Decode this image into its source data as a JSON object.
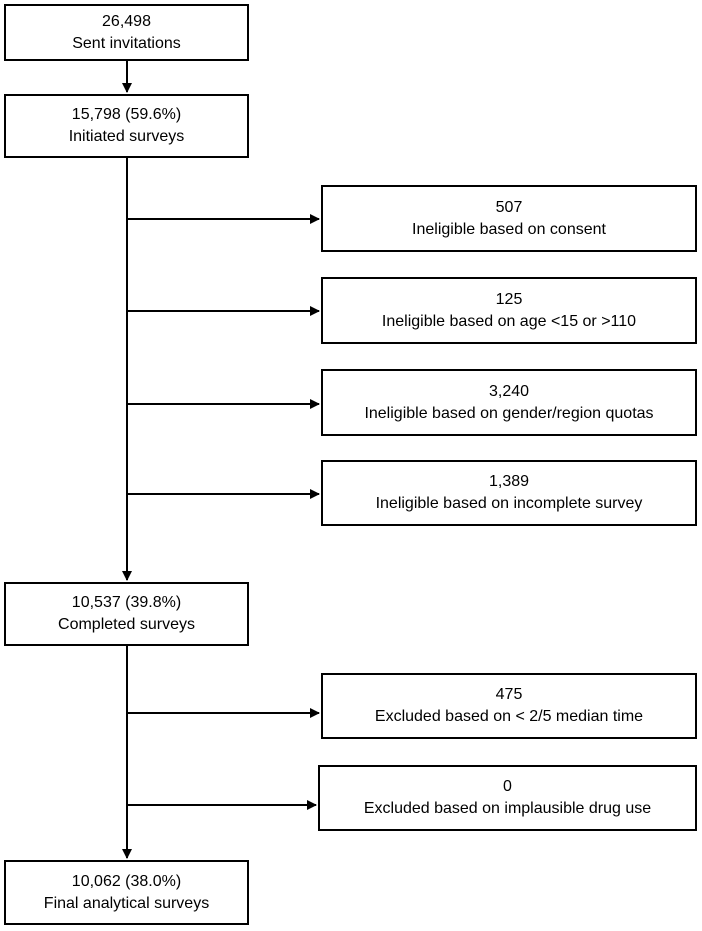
{
  "main_flow": [
    {
      "id": "invitations",
      "count": "26,498",
      "label": "Sent invitations"
    },
    {
      "id": "initiated",
      "count": "15,798 (59.6%)",
      "label": "Initiated surveys"
    },
    {
      "id": "completed",
      "count": "10,537 (39.8%)",
      "label": "Completed surveys"
    },
    {
      "id": "final",
      "count": "10,062 (38.0%)",
      "label": "Final analytical surveys"
    }
  ],
  "exclusions": [
    {
      "id": "consent",
      "count": "507",
      "label": "Ineligible based on consent"
    },
    {
      "id": "age",
      "count": "125",
      "label": "Ineligible based on age <15 or >110"
    },
    {
      "id": "quotas",
      "count": "3,240",
      "label": "Ineligible based on gender/region quotas"
    },
    {
      "id": "incomplete",
      "count": "1,389",
      "label": "Ineligible based on incomplete survey"
    },
    {
      "id": "median-time",
      "count": "475",
      "label": "Excluded based on < 2/5 median time"
    },
    {
      "id": "drug-use",
      "count": "0",
      "label": "Excluded based on implausible drug use"
    }
  ]
}
